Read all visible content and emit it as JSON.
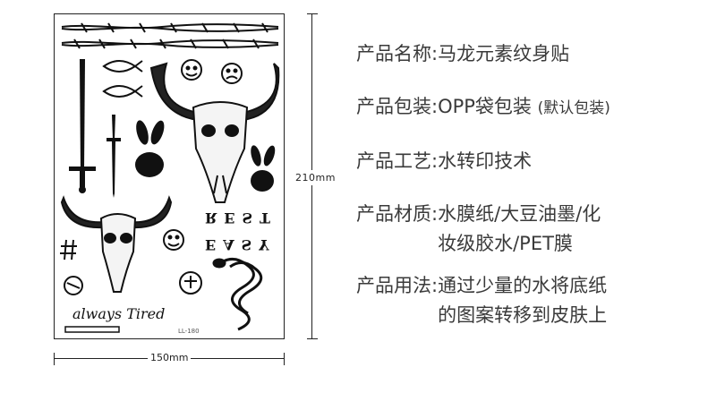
{
  "sheet": {
    "width_label": "150mm",
    "height_label": "210mm",
    "code_label": "LL-180",
    "text_rest": "REST",
    "text_easy": "EASY",
    "script_text": "always Tired"
  },
  "specs": [
    {
      "key": "产品名称:",
      "value": "马龙元素纹身贴"
    },
    {
      "key": "产品包装:",
      "value": "OPP袋包装",
      "note": "(默认包装)"
    },
    {
      "key": "产品工艺:",
      "value": "水转印技术"
    },
    {
      "key": "产品材质:",
      "value": "水膜纸/大豆油墨/化",
      "value2": "妆级胶水/PET膜"
    },
    {
      "key": "产品用法:",
      "value": "通过少量的水将底纸",
      "value2": "的图案转移到皮肤上"
    }
  ]
}
